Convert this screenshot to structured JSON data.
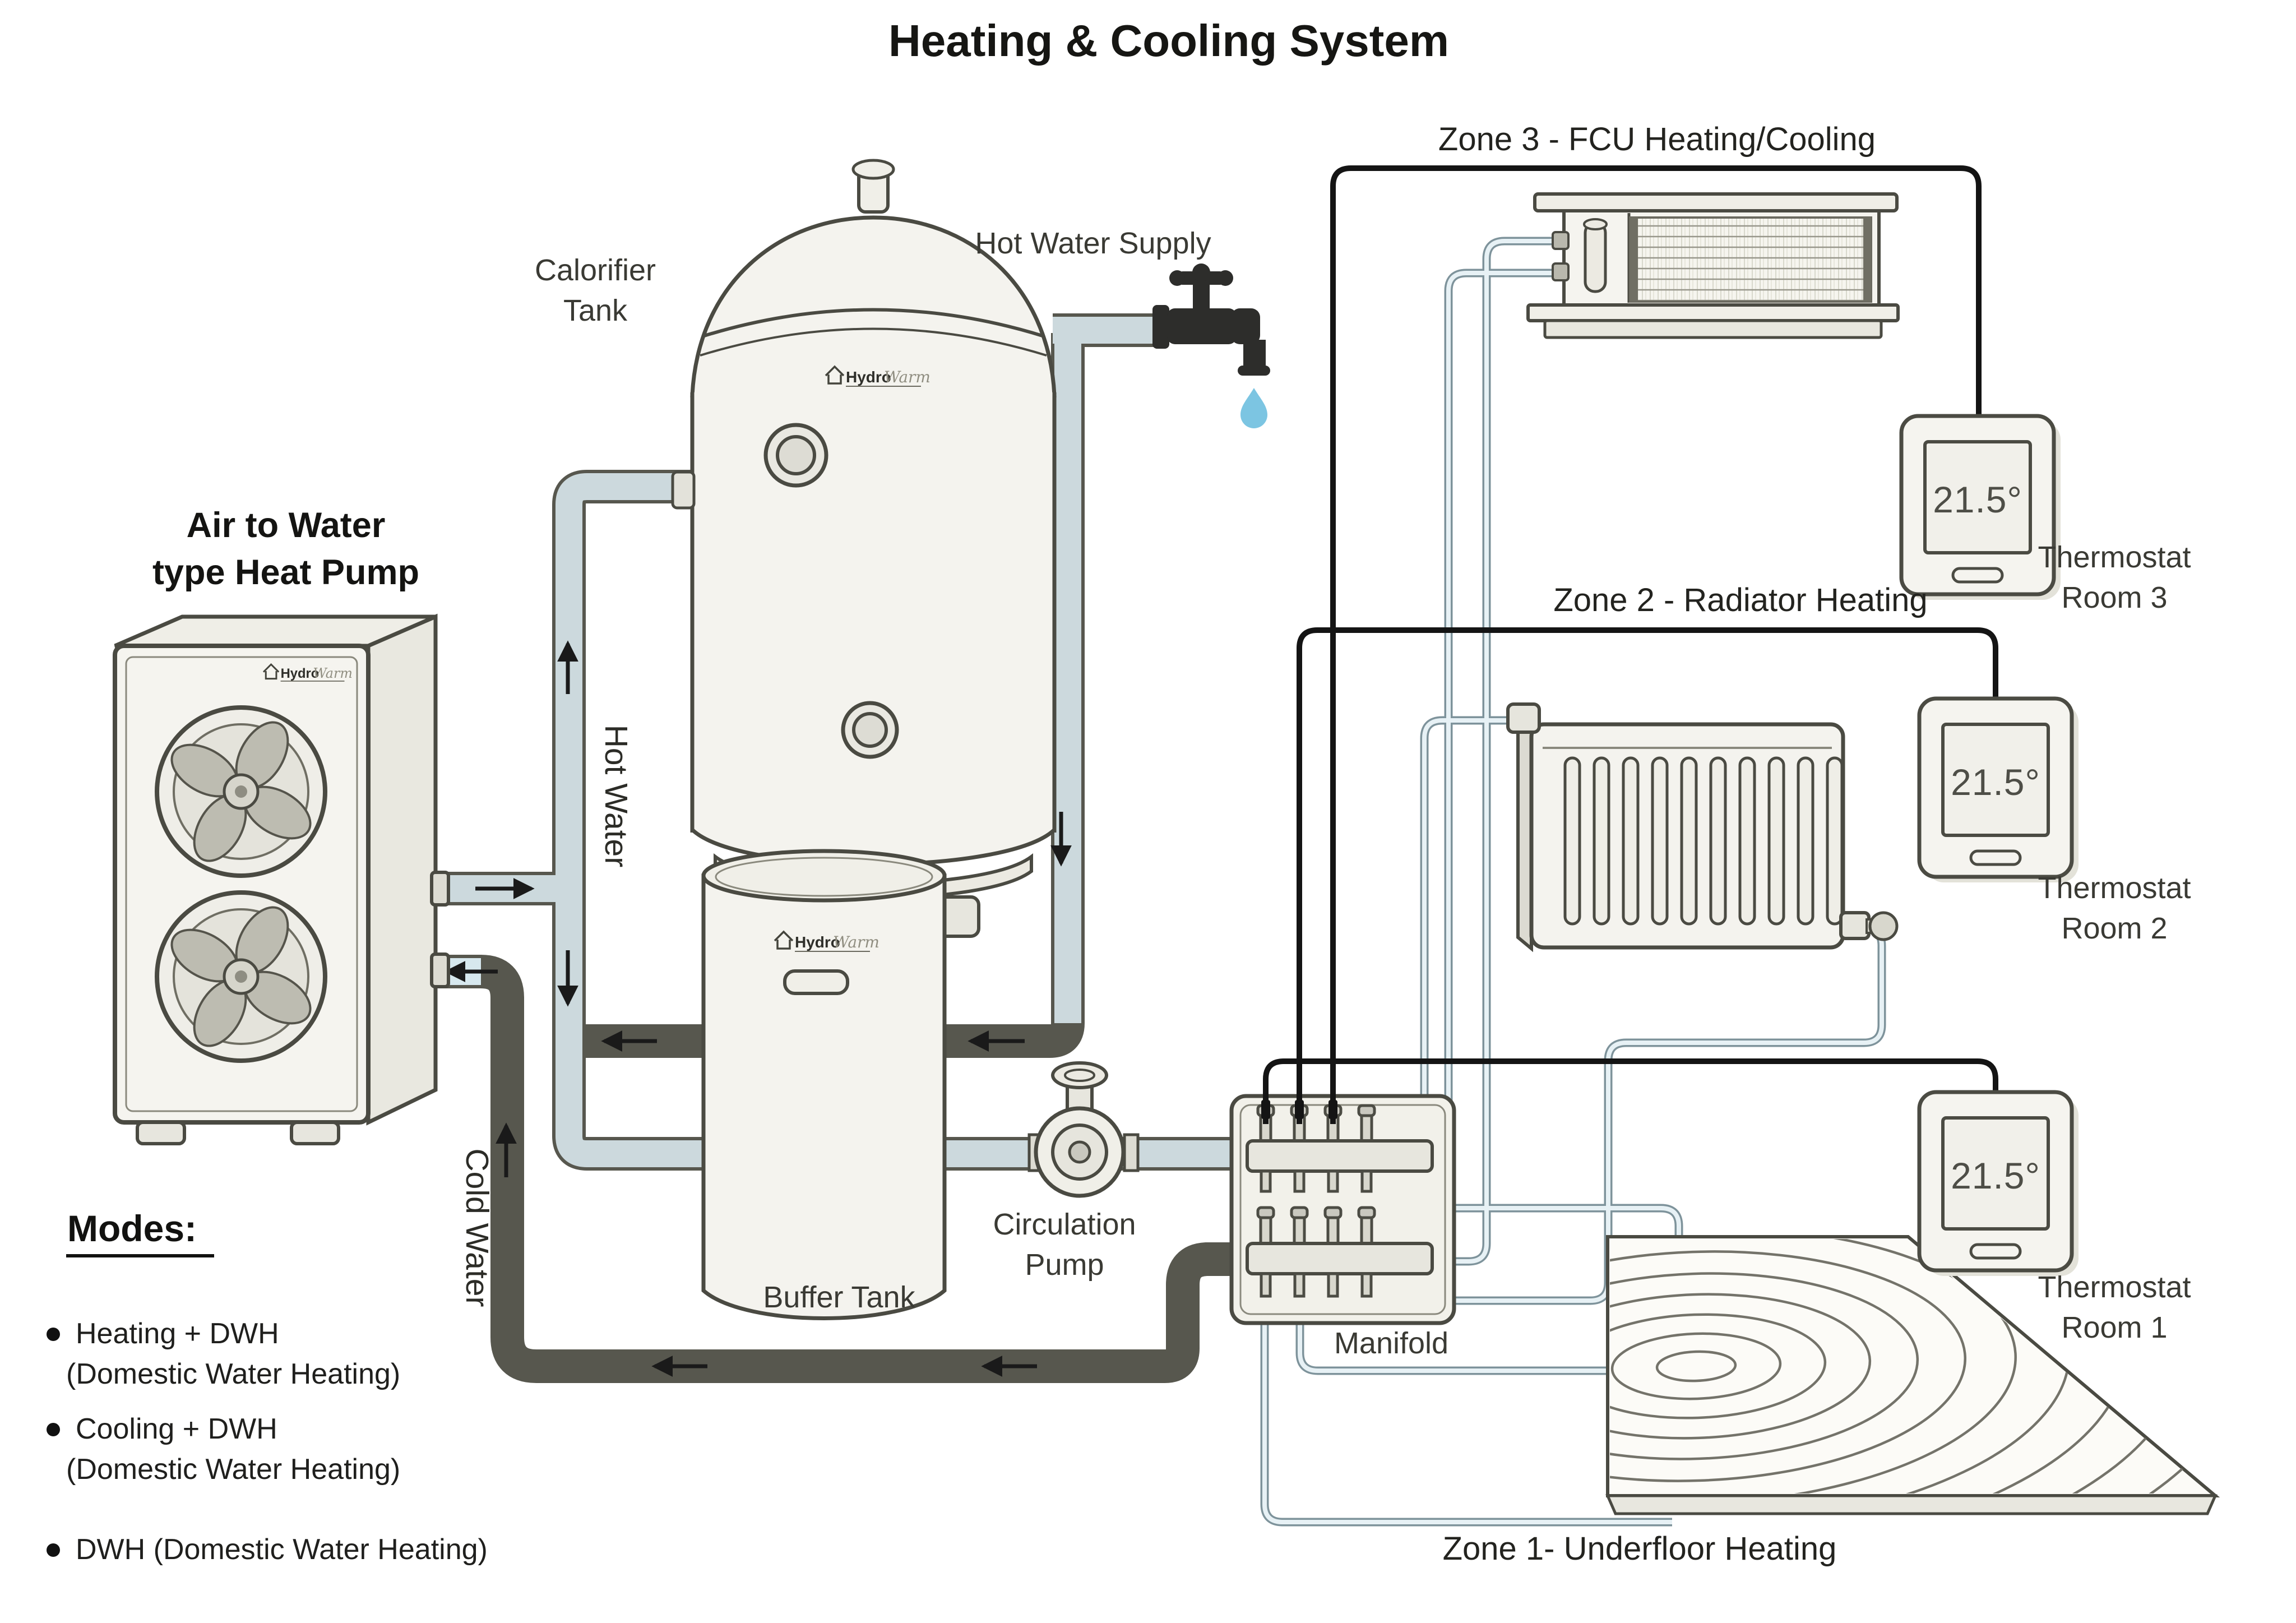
{
  "title": "Heating & Cooling System",
  "brand": {
    "part1": "Hydro",
    "part2": "Warm"
  },
  "colors": {
    "hot_pipe": "#ccd9dd",
    "cold_pipe": "#d7e8ee",
    "zone_pipe": "#e7f1f5",
    "wire": "#141414",
    "water_drop": "#7cc5e2",
    "ink": "#3f3f38"
  },
  "heat_pump": {
    "label_line1": "Air to Water",
    "label_line2": "type Heat Pump"
  },
  "calorifier": {
    "label_line1": "Calorifier",
    "label_line2": "Tank"
  },
  "buffer_tank": {
    "label": "Buffer Tank"
  },
  "hot_water_supply_label": "Hot Water Supply",
  "hot_water_label": "Hot Water",
  "cold_water_label": "Cold Water",
  "circulation_pump": {
    "label_line1": "Circulation",
    "label_line2": "Pump"
  },
  "manifold": {
    "label": "Manifold"
  },
  "zones": [
    {
      "name": "Zone 3 - FCU Heating/Cooling",
      "thermostat": {
        "temp": "21.5°",
        "label_line1": "Thermostat",
        "label_line2": "Room 3"
      }
    },
    {
      "name": "Zone 2 - Radiator Heating",
      "thermostat": {
        "temp": "21.5°",
        "label_line1": "Thermostat",
        "label_line2": "Room 2"
      }
    },
    {
      "name": "Zone 1- Underfloor Heating",
      "thermostat": {
        "temp": "21.5°",
        "label_line1": "Thermostat",
        "label_line2": "Room 1"
      }
    }
  ],
  "modes": {
    "heading": "Modes:",
    "item1_line1": "Heating + DWH",
    "item1_line2": "(Domestic Water Heating)",
    "item2_line1": "Cooling + DWH",
    "item2_line2": "(Domestic Water Heating)",
    "item3_line1": "DWH (Domestic Water Heating)"
  }
}
